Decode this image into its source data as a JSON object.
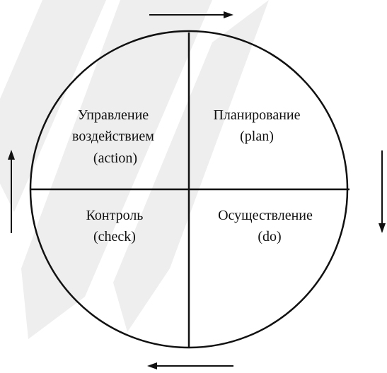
{
  "colors": {
    "ink": "#111111",
    "watermark": "#eeeeee",
    "background": "#ffffff"
  },
  "quadrants": {
    "top_left": {
      "line1": "Управление",
      "line2": "воздействием",
      "line3": "(action)"
    },
    "top_right": {
      "line1": "Планирование",
      "line2": "(plan)"
    },
    "bottom_left": {
      "line1": "Контроль",
      "line2": "(check)"
    },
    "bottom_right": {
      "line1": "Осуществление",
      "line2": "(do)"
    }
  },
  "arrows": {
    "top": "right",
    "right": "down",
    "bottom": "left",
    "left": "up"
  }
}
